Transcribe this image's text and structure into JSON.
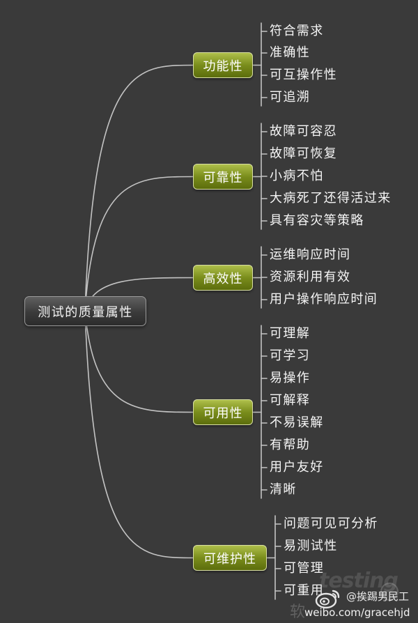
{
  "root": {
    "label": "测试的质量属性"
  },
  "branches": [
    {
      "label": "功能性",
      "leaves": [
        "符合需求",
        "准确性",
        "可互操作性",
        "可追溯"
      ]
    },
    {
      "label": "可靠性",
      "leaves": [
        "故障可容忍",
        "故障可恢复",
        "小病不怕",
        "大病死了还得活过来",
        "具有容灾等策略"
      ]
    },
    {
      "label": "高效性",
      "leaves": [
        "运维响应时间",
        "资源利用有效",
        "用户操作响应时间"
      ]
    },
    {
      "label": "可用性",
      "leaves": [
        "可理解",
        "可学习",
        "易操作",
        "可解释",
        "不易误解",
        "有帮助",
        "用户友好",
        "清晰"
      ]
    },
    {
      "label": "可维护性",
      "leaves": [
        "问题可见可分析",
        "易测试性",
        "可管理",
        "可重用"
      ]
    }
  ],
  "watermark": {
    "handle": "@挨踢男民工",
    "url": "weibo.com/gracehjd",
    "logo_text": "testing",
    "partial_text": "软",
    "icon": "weibo-logo-icon"
  },
  "colors": {
    "background": "#3a3a3a",
    "root_node": "#444444",
    "branch_node": "#7a8d1c",
    "connector": "#c4c4c4",
    "text": "#ffffff"
  }
}
